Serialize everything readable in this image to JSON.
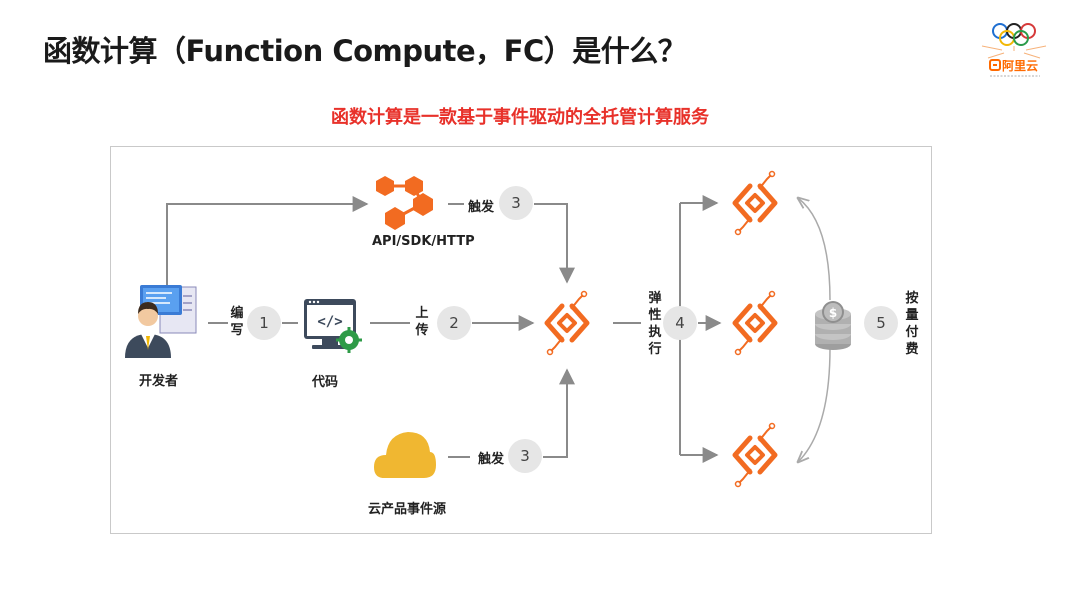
{
  "title": "函数计算（Function Compute，FC）是什么？",
  "subtitle": "函数计算是一款基于事件驱动的全托管计算服务",
  "brand": {
    "name": "阿里云",
    "brand_color": "#ff6a00"
  },
  "colors": {
    "accent": "#f26b21",
    "highlight": "#e8312a",
    "step_bg": "#e6e6e6",
    "cloud": "#f0b731",
    "coin": "#b7b7b7"
  },
  "diagram": {
    "developer": "开发者",
    "code": "代码",
    "api": "API/SDK/HTTP",
    "cloud_source": "云产品事件源",
    "write": "编写",
    "upload": "上传",
    "trigger": "触发",
    "scale": "弹性执行",
    "billing": "按量付费",
    "steps": [
      "1",
      "2",
      "3",
      "3",
      "4",
      "5"
    ]
  }
}
